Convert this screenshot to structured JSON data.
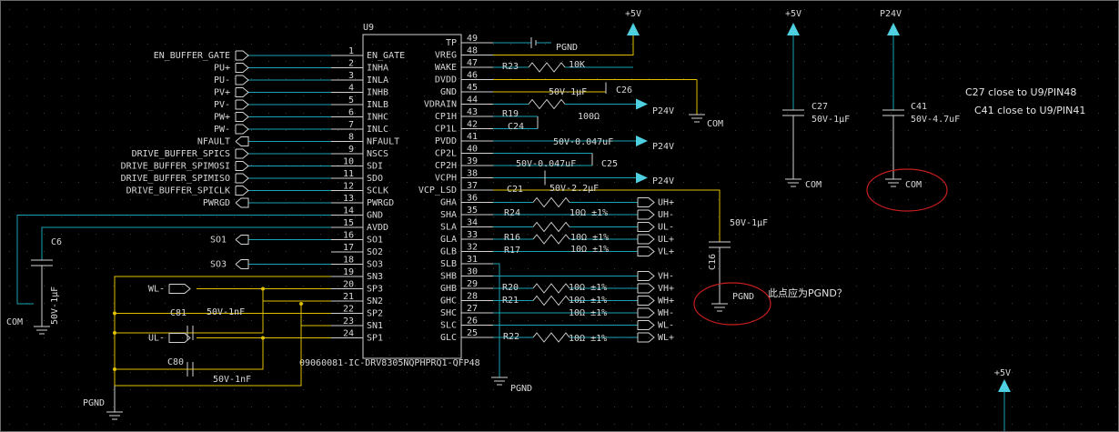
{
  "colors": {
    "background": "#000000",
    "net": "#1aa3b3",
    "pin": "#d2d2d2",
    "text": "#d8d8d8",
    "power": "#4fd0e0",
    "yellow": "#e0c000",
    "highlight": "#c81e1e"
  },
  "ic": {
    "ref": "U9",
    "part": "09060081-IC-DRV8305NQPHPRQ1-QFP48",
    "left_pins": [
      {
        "num": "1",
        "name": "EN_GATE"
      },
      {
        "num": "2",
        "name": "INHA"
      },
      {
        "num": "3",
        "name": "INLA"
      },
      {
        "num": "4",
        "name": "INHB"
      },
      {
        "num": "5",
        "name": "INLB"
      },
      {
        "num": "6",
        "name": "INHC"
      },
      {
        "num": "7",
        "name": "INLC"
      },
      {
        "num": "8",
        "name": "NFAULT"
      },
      {
        "num": "9",
        "name": "NSCS"
      },
      {
        "num": "10",
        "name": "SDI"
      },
      {
        "num": "11",
        "name": "SDO"
      },
      {
        "num": "12",
        "name": "SCLK"
      },
      {
        "num": "13",
        "name": "PWRGD"
      },
      {
        "num": "14",
        "name": "GND"
      },
      {
        "num": "15",
        "name": "AVDD"
      },
      {
        "num": "16",
        "name": "SO1"
      },
      {
        "num": "17",
        "name": "SO2"
      },
      {
        "num": "18",
        "name": "SO3"
      },
      {
        "num": "19",
        "name": "SN3"
      },
      {
        "num": "20",
        "name": "SP3"
      },
      {
        "num": "21",
        "name": "SN2"
      },
      {
        "num": "22",
        "name": "SP2"
      },
      {
        "num": "23",
        "name": "SN1"
      },
      {
        "num": "24",
        "name": "SP1"
      }
    ],
    "right_pins": [
      {
        "num": "49",
        "name": "TP"
      },
      {
        "num": "48",
        "name": "VREG"
      },
      {
        "num": "47",
        "name": "WAKE"
      },
      {
        "num": "46",
        "name": "DVDD"
      },
      {
        "num": "45",
        "name": "GND"
      },
      {
        "num": "44",
        "name": "VDRAIN"
      },
      {
        "num": "43",
        "name": "CP1H"
      },
      {
        "num": "42",
        "name": "CP1L"
      },
      {
        "num": "41",
        "name": "PVDD"
      },
      {
        "num": "40",
        "name": "CP2L"
      },
      {
        "num": "39",
        "name": "CP2H"
      },
      {
        "num": "38",
        "name": "VCPH"
      },
      {
        "num": "37",
        "name": "VCP_LSD"
      },
      {
        "num": "36",
        "name": "GHA"
      },
      {
        "num": "35",
        "name": "SHA"
      },
      {
        "num": "34",
        "name": "SLA"
      },
      {
        "num": "33",
        "name": "GLA"
      },
      {
        "num": "32",
        "name": "GLB"
      },
      {
        "num": "31",
        "name": "SLB"
      },
      {
        "num": "30",
        "name": "SHB"
      },
      {
        "num": "29",
        "name": "GHB"
      },
      {
        "num": "28",
        "name": "GHC"
      },
      {
        "num": "27",
        "name": "SHC"
      },
      {
        "num": "26",
        "name": "SLC"
      },
      {
        "num": "25",
        "name": "GLC"
      }
    ]
  },
  "left_ports": [
    "EN_BUFFER_GATE",
    "PU+",
    "PU-",
    "PV+",
    "PV-",
    "PW+",
    "PW-",
    "NFAULT",
    "DRIVE_BUFFER_SPICS",
    "DRIVE_BUFFER_SPIMOSI",
    "DRIVE_BUFFER_SPIMISO",
    "DRIVE_BUFFER_SPICLK",
    "PWRGD"
  ],
  "so_ports": [
    "SO1",
    "SO3"
  ],
  "right_ports": [
    "UH+",
    "UH-",
    "UL-",
    "UL+",
    "VL+",
    "VH-",
    "VH+",
    "WH+",
    "WH-",
    "WL-",
    "WL+"
  ],
  "sense_ports": [
    "WL-",
    "UL-"
  ],
  "parts": {
    "r23": "R23",
    "r23_val": "10K",
    "c26": "C26",
    "c26_val": "50V-1μF",
    "r19": "R19",
    "r19_val": "100Ω",
    "c24": "C24",
    "c24_val": "50V-0.047uF",
    "c25": "C25",
    "c25_val": "50V-0.047uF",
    "c21": "C21",
    "c21_val": "50V-2.2μF",
    "r24": "R24",
    "r24_val": "10Ω ±1%",
    "r16": "R16",
    "r16_val": "10Ω ±1%",
    "r17": "R17",
    "r17_val": "10Ω ±1%",
    "r20": "R20",
    "r20_val": "10Ω ±1%",
    "r21": "R21",
    "r21_val": "10Ω ±1%",
    "r21b_val": "10Ω ±1%",
    "r22": "R22",
    "r22_val": "10Ω ±1%",
    "c16": "C16",
    "c16_val": "50V-1μF",
    "c6": "C6",
    "c6_val": "50V-1μF",
    "c81": "C81",
    "c81_val": "50V-1nF",
    "c80": "C80",
    "c80_val": "50V-1nF",
    "c27": "C27",
    "c27_val": "50V-1μF",
    "c41": "C41",
    "c41_val": "50V-4.7uF"
  },
  "nets": {
    "pgnd": "PGND",
    "com": "COM",
    "p24v": "P24V",
    "p5v": "+5V"
  },
  "notes": {
    "question": "此点应为PGND？",
    "c27_note": "C27 close to U9/PIN48",
    "c41_note": "C41 close to U9/PIN41"
  }
}
